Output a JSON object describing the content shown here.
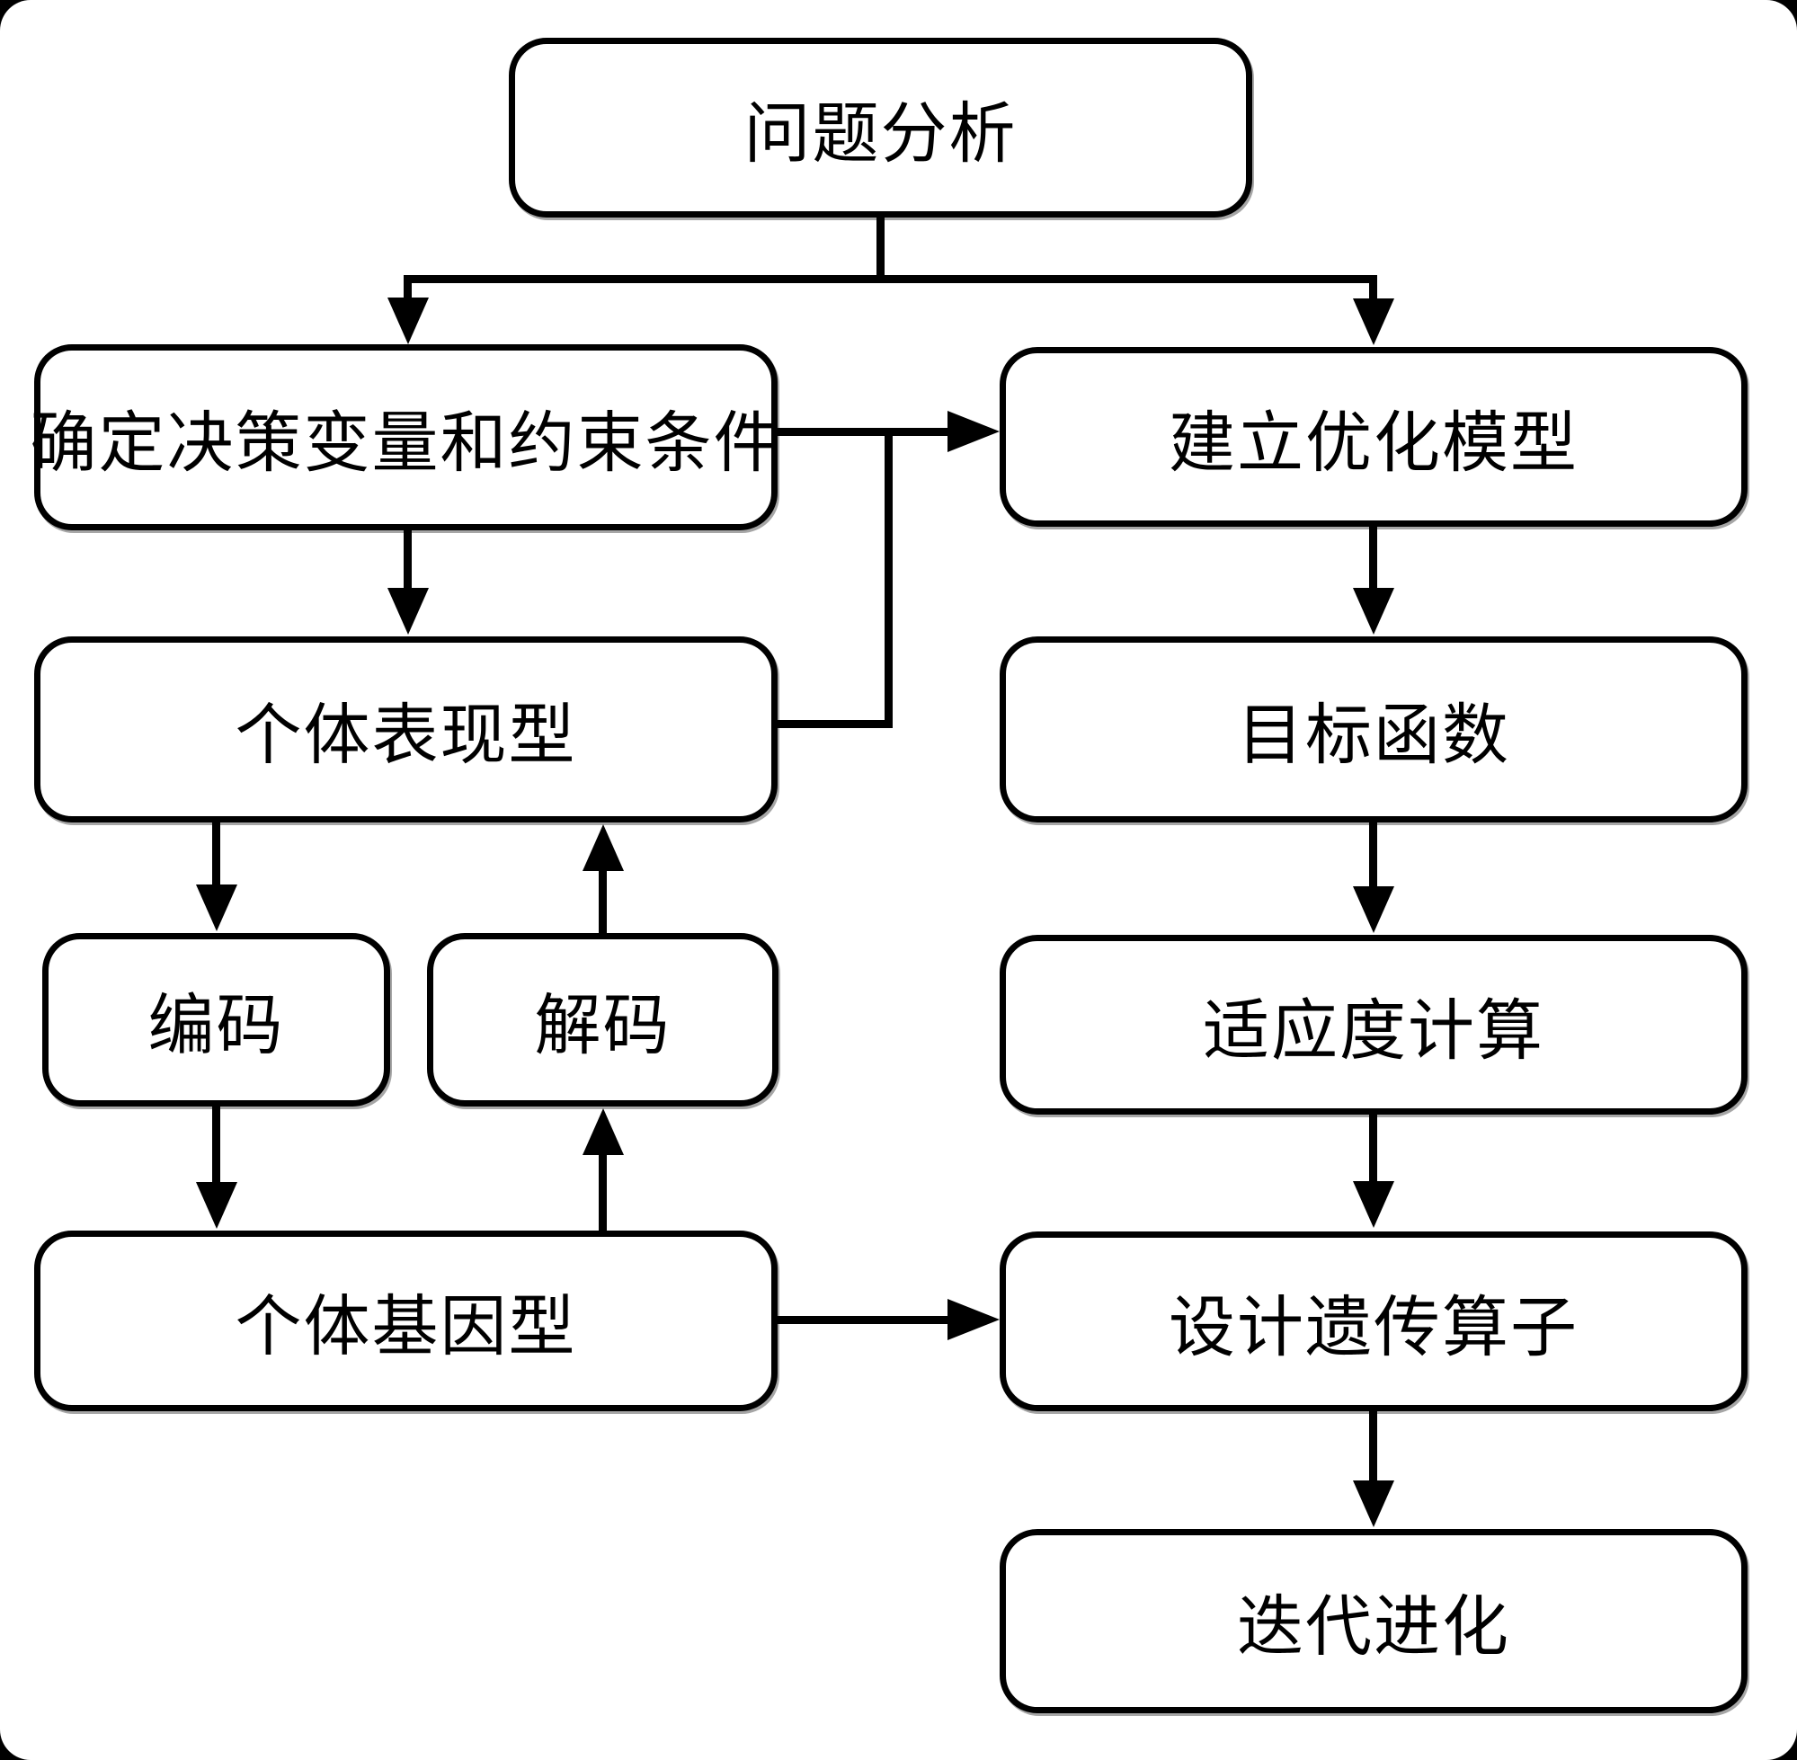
{
  "diagram": {
    "title": "genetic-algorithm-design-flowchart",
    "colors": {
      "background": "#000000",
      "canvas": "#ffffff",
      "node_fill": "#ffffff",
      "line": "#000000",
      "text": "#000000"
    },
    "nodes": {
      "problem_analysis": {
        "label": "问题分析"
      },
      "determine_variables": {
        "label": "确定决策变量和约束条件"
      },
      "build_model": {
        "label": "建立优化模型"
      },
      "phenotype": {
        "label": "个体表现型"
      },
      "objective_function": {
        "label": "目标函数"
      },
      "encode": {
        "label": "编码"
      },
      "decode": {
        "label": "解码"
      },
      "fitness": {
        "label": "适应度计算"
      },
      "genotype": {
        "label": "个体基因型"
      },
      "genetic_operators": {
        "label": "设计遗传算子"
      },
      "iterate": {
        "label": "迭代进化"
      }
    },
    "edges": [
      {
        "from": "problem_analysis",
        "to": "determine_variables",
        "type": "arrow"
      },
      {
        "from": "problem_analysis",
        "to": "build_model",
        "type": "arrow"
      },
      {
        "from": "determine_variables",
        "to": "phenotype",
        "type": "arrow"
      },
      {
        "from": "determine_variables",
        "to": "build_model",
        "type": "arrow"
      },
      {
        "from": "phenotype",
        "to": "build_model",
        "type": "arrow-join"
      },
      {
        "from": "build_model",
        "to": "objective_function",
        "type": "arrow"
      },
      {
        "from": "phenotype",
        "to": "encode",
        "type": "arrow"
      },
      {
        "from": "decode",
        "to": "phenotype",
        "type": "arrow"
      },
      {
        "from": "objective_function",
        "to": "fitness",
        "type": "arrow"
      },
      {
        "from": "encode",
        "to": "genotype",
        "type": "arrow"
      },
      {
        "from": "genotype",
        "to": "decode",
        "type": "arrow"
      },
      {
        "from": "fitness",
        "to": "genetic_operators",
        "type": "arrow"
      },
      {
        "from": "genotype",
        "to": "genetic_operators",
        "type": "arrow"
      },
      {
        "from": "genetic_operators",
        "to": "iterate",
        "type": "arrow"
      }
    ]
  }
}
